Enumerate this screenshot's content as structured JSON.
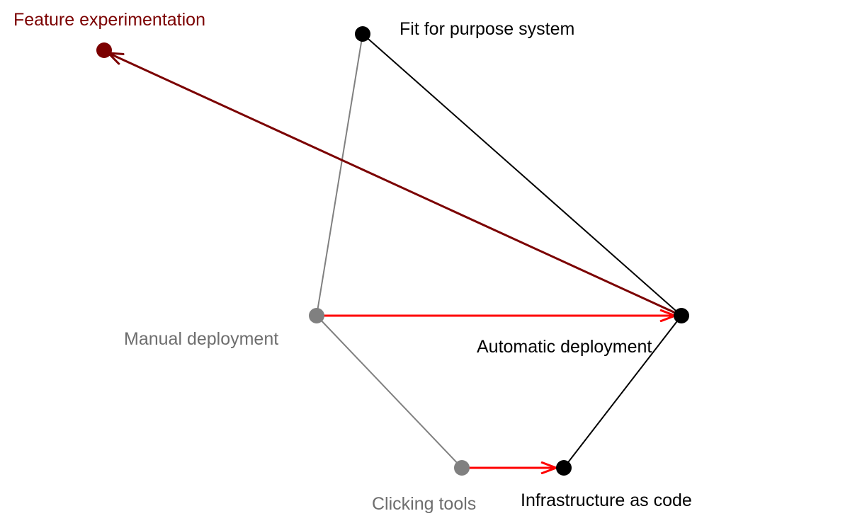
{
  "diagram": {
    "colors": {
      "gray": "#808080",
      "black": "#000000",
      "red": "#ff0000",
      "maroon": "#7b0000",
      "label_gray": "#6e6e6e"
    },
    "nodes": {
      "feature_experimentation": {
        "label": "Feature experimentation",
        "color": "maroon"
      },
      "fit_for_purpose": {
        "label": "Fit for purpose system",
        "color": "black"
      },
      "manual_deployment": {
        "label": "Manual deployment",
        "color": "gray"
      },
      "automatic_deployment": {
        "label": "Automatic deployment",
        "color": "black"
      },
      "clicking_tools": {
        "label": "Clicking tools",
        "color": "gray"
      },
      "infrastructure_as_code": {
        "label": "Infrastructure as code",
        "color": "black"
      }
    },
    "edges": [
      {
        "from": "manual_deployment",
        "to": "fit_for_purpose",
        "style": "gray"
      },
      {
        "from": "manual_deployment",
        "to": "clicking_tools",
        "style": "gray"
      },
      {
        "from": "fit_for_purpose",
        "to": "automatic_deployment",
        "style": "black"
      },
      {
        "from": "infrastructure_as_code",
        "to": "automatic_deployment",
        "style": "black"
      },
      {
        "from": "manual_deployment",
        "to": "automatic_deployment",
        "style": "red",
        "arrow": true
      },
      {
        "from": "clicking_tools",
        "to": "infrastructure_as_code",
        "style": "red",
        "arrow": true
      },
      {
        "from": "automatic_deployment",
        "to": "feature_experimentation",
        "style": "maroon",
        "arrow": true
      }
    ]
  }
}
